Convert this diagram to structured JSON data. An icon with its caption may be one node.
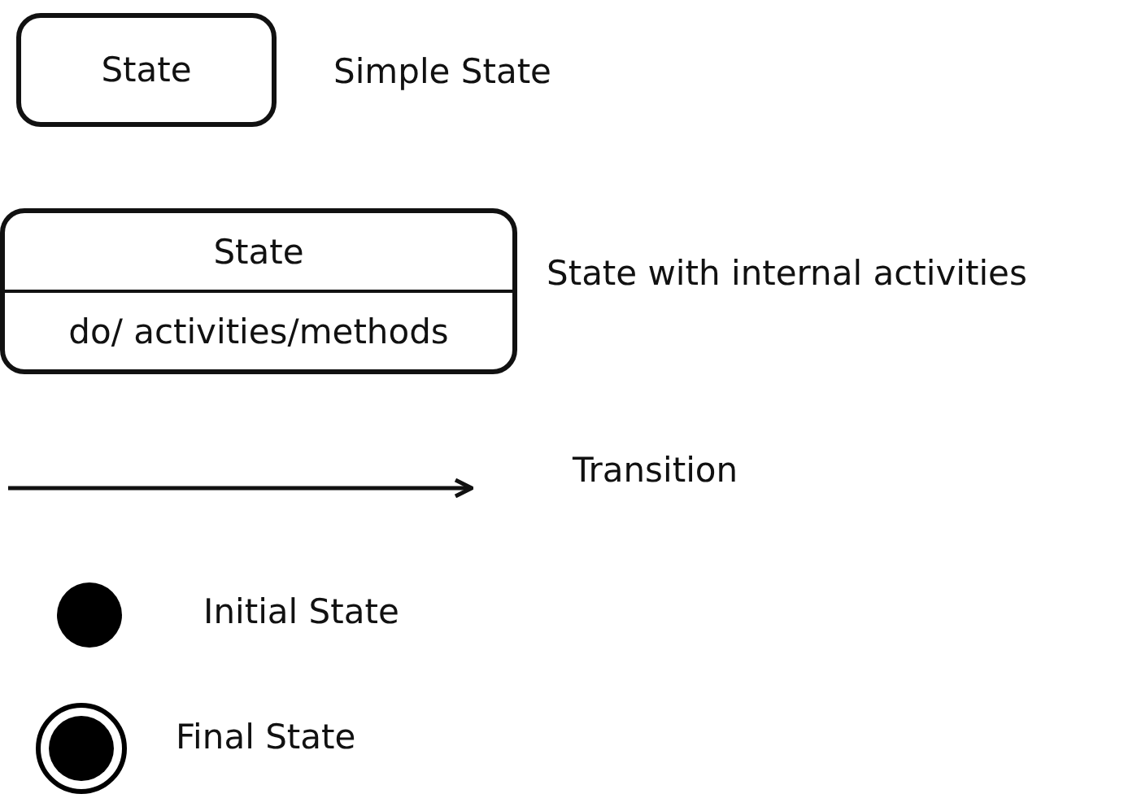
{
  "diagram": {
    "nodes": [
      {
        "text": [
          "State"
        ],
        "beside": [
          "Simple State"
        ]
      },
      {
        "text": [
          "State",
          "do/ activities/methods"
        ],
        "beside": [
          "State with internal activities"
        ]
      },
      {
        "text": [],
        "shape": "circle",
        "beside": [
          "Initial State"
        ]
      },
      {
        "text": [],
        "shape": "bullseye",
        "beside": [
          "Final State"
        ]
      }
    ],
    "legend": [
      {
        "text": "Transition"
      }
    ]
  }
}
